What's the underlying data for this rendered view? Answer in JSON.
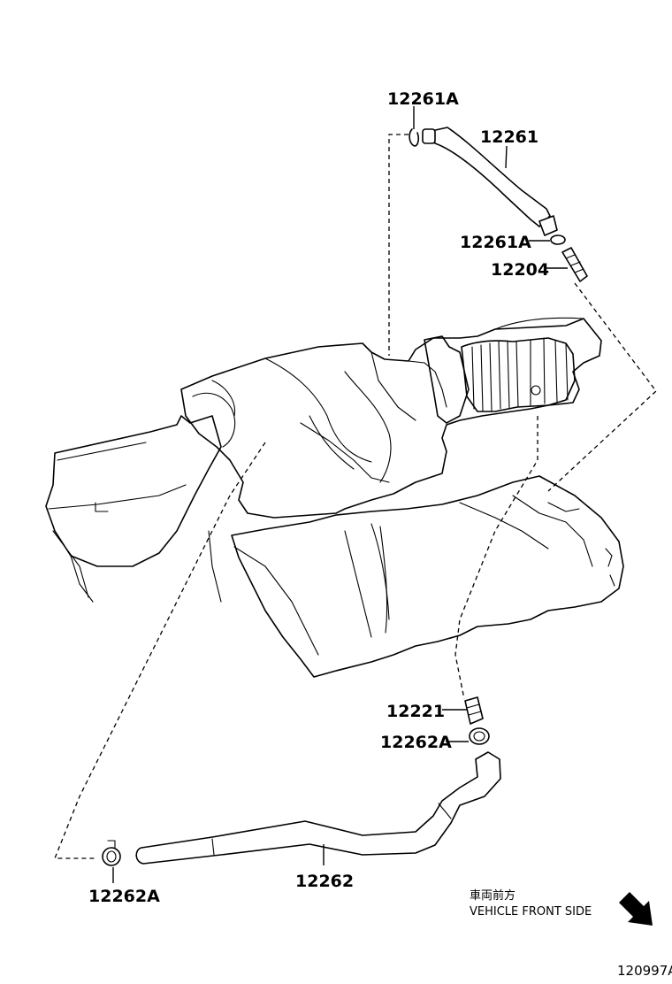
{
  "parts": {
    "p12261A_top": "12261A",
    "p12261": "12261",
    "p12261A_mid": "12261A",
    "p12204": "12204",
    "p12221": "12221",
    "p12262A_mid": "12262A",
    "p12262": "12262",
    "p12262A_bottom": "12262A"
  },
  "direction": {
    "jp": "車両前方",
    "en": "VEHICLE FRONT SIDE",
    "icon": "arrow-down-right-icon"
  },
  "figure_code": "120997A"
}
